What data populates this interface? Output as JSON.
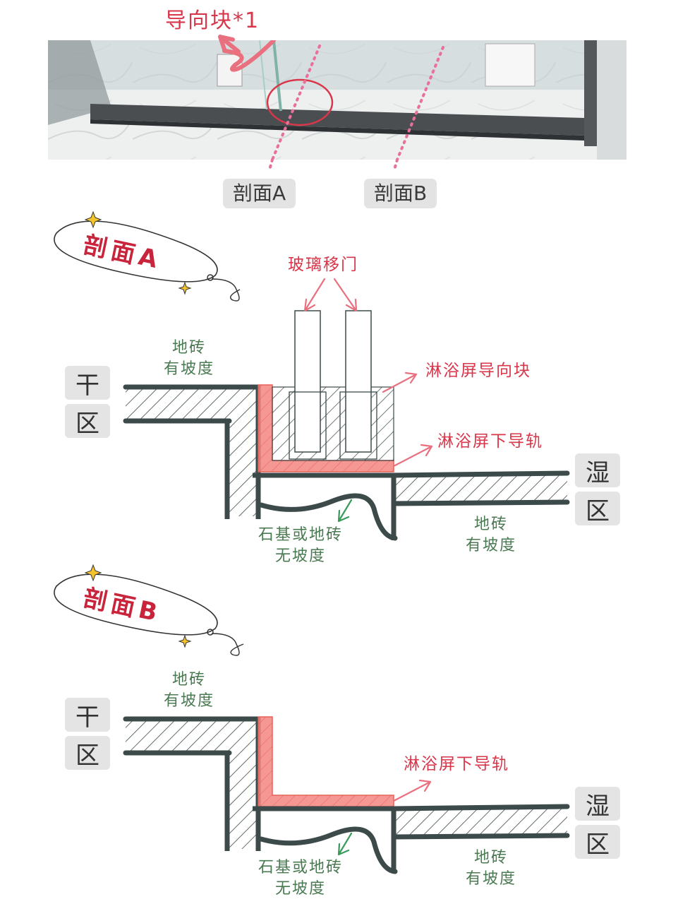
{
  "photo": {
    "callout": "导向块*1",
    "chip_a": "剖面A",
    "chip_b": "剖面B"
  },
  "section_a": {
    "badge": "剖面A",
    "glass_label": "玻璃移门",
    "guide_block_label": "淋浴屏导向块",
    "rail_label": "淋浴屏下导轨",
    "dry_tile": [
      "地砖",
      "有坡度"
    ],
    "wet_tile": [
      "地砖",
      "有坡度"
    ],
    "stone_base": [
      "石基或地砖",
      "无坡度"
    ],
    "dry_zone": [
      "干",
      "区"
    ],
    "wet_zone": [
      "湿",
      "区"
    ]
  },
  "section_b": {
    "badge": "剖面B",
    "rail_label": "淋浴屏下导轨",
    "dry_tile": [
      "地砖",
      "有坡度"
    ],
    "wet_tile": [
      "地砖",
      "有坡度"
    ],
    "stone_base": [
      "石基或地砖",
      "无坡度"
    ],
    "dry_zone": [
      "干",
      "区"
    ],
    "wet_zone": [
      "湿",
      "区"
    ]
  },
  "colors": {
    "red": "#d8364a",
    "green": "#4a7a52",
    "pink_fill": "#f3857f",
    "line": "#3d4a4a"
  }
}
